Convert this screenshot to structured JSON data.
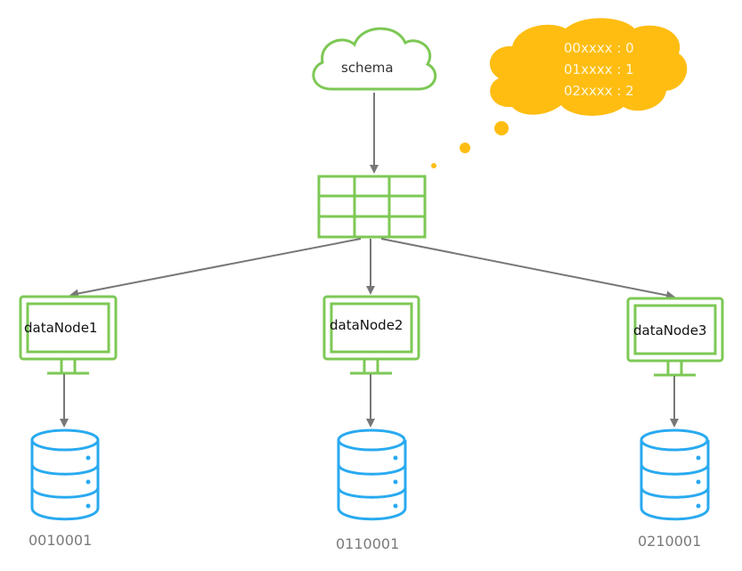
{
  "colors": {
    "green": "#7dc855",
    "blue": "#29aaf0",
    "gray_arrow": "#777777",
    "thought_fill": "#ffbd12",
    "thought_text": "#fff7dc",
    "db_label": "#7a7a7a"
  },
  "schema_cloud": {
    "label": "schema"
  },
  "thought_bubble": {
    "lines": [
      "00xxxx : 0",
      "01xxxx : 1",
      "02xxxx : 2"
    ]
  },
  "routing_table": {
    "rows": 3,
    "cols": 3
  },
  "data_nodes": [
    {
      "label": "dataNode1",
      "db_label": "0010001"
    },
    {
      "label": "dataNode2",
      "db_label": "0110001"
    },
    {
      "label": "dataNode3",
      "db_label": "0210001"
    }
  ]
}
